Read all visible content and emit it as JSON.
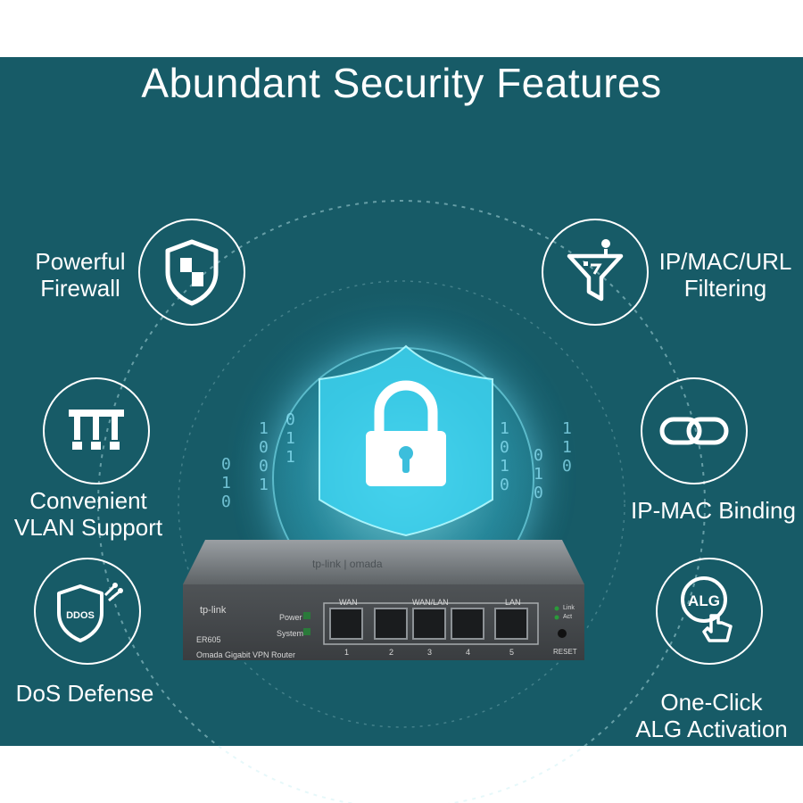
{
  "title": "Abundant Security Features",
  "features": [
    {
      "label_lines": [
        "Powerful",
        "Firewall"
      ],
      "icon": "shield-icon"
    },
    {
      "label_lines": [
        "Convenient",
        "VLAN Support"
      ],
      "icon": "vlan-icon"
    },
    {
      "label_lines": [
        "DoS Defense"
      ],
      "icon": "ddos-shield-icon",
      "badge": "DDOS"
    },
    {
      "label_lines": [
        "IP/MAC/URL",
        "Filtering"
      ],
      "icon": "funnel-filter-icon"
    },
    {
      "label_lines": [
        "IP-MAC Binding"
      ],
      "icon": "link-icon"
    },
    {
      "label_lines": [
        "One-Click",
        "ALG Activation"
      ],
      "icon": "alg-click-icon",
      "badge": "ALG"
    }
  ],
  "center_icon": "padlock-icon",
  "router": {
    "top_logo": "tp-link | omada",
    "front_logo": "tp-link",
    "model": "ER605",
    "description": "Omada Gigabit VPN Router",
    "power_label": "Power",
    "system_label": "System",
    "port_group_labels": [
      "WAN",
      "WAN/LAN",
      "LAN"
    ],
    "port_numbers": [
      "1",
      "2",
      "3",
      "4",
      "5"
    ],
    "link_label": "Link",
    "act_label": "Act",
    "reset_label": "RESET"
  },
  "colors": {
    "background": "#175b67",
    "accent": "#7fe6ff",
    "text": "#ffffff"
  }
}
